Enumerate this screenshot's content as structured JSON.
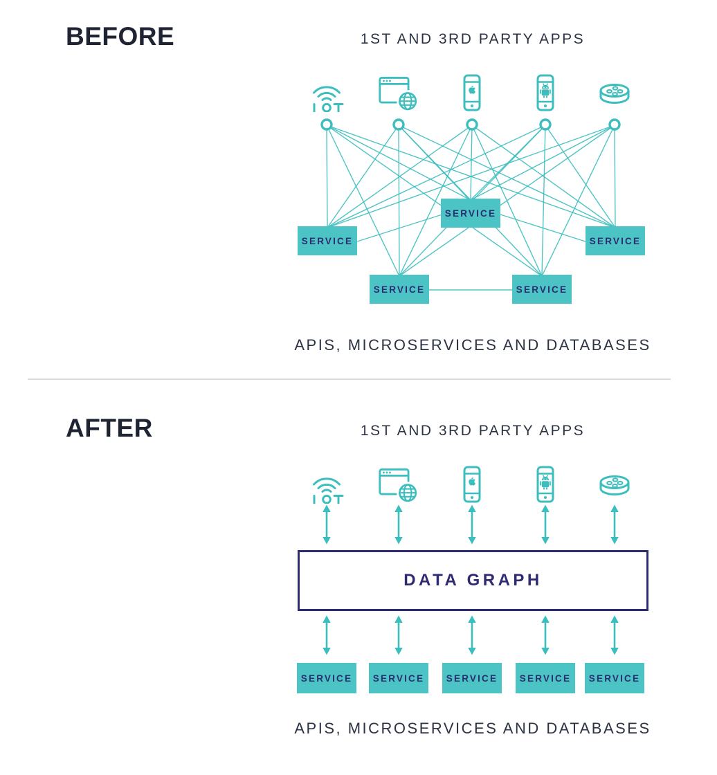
{
  "colors": {
    "teal": "#3dbebe",
    "service_fill": "#4cc3c5",
    "navy": "#2b2d6e",
    "border_navy": "#2f2b73",
    "heading": "#1f2433",
    "caption": "#2c3342",
    "divider": "#d9d9d9",
    "page_bg": "#ffffff"
  },
  "device_icons": [
    {
      "name": "iot-icon",
      "label": "IoT"
    },
    {
      "name": "browser-globe-icon",
      "label": "web browser"
    },
    {
      "name": "iphone-apple-icon",
      "label": "iOS phone"
    },
    {
      "name": "android-phone-icon",
      "label": "Android phone"
    },
    {
      "name": "smart-speaker-icon",
      "label": "smart speaker"
    }
  ],
  "before": {
    "heading": "BEFORE",
    "apps_caption": "1ST AND 3RD PARTY APPS",
    "services": [
      "SERVICE",
      "SERVICE",
      "SERVICE",
      "SERVICE",
      "SERVICE"
    ],
    "services_caption": "APIS, MICROSERVICES AND DATABASES"
  },
  "after": {
    "heading": "AFTER",
    "apps_caption": "1ST AND 3RD PARTY APPS",
    "data_graph_label": "DATA GRAPH",
    "services": [
      "SERVICE",
      "SERVICE",
      "SERVICE",
      "SERVICE",
      "SERVICE"
    ],
    "services_caption": "APIS, MICROSERVICES AND DATABASES"
  }
}
